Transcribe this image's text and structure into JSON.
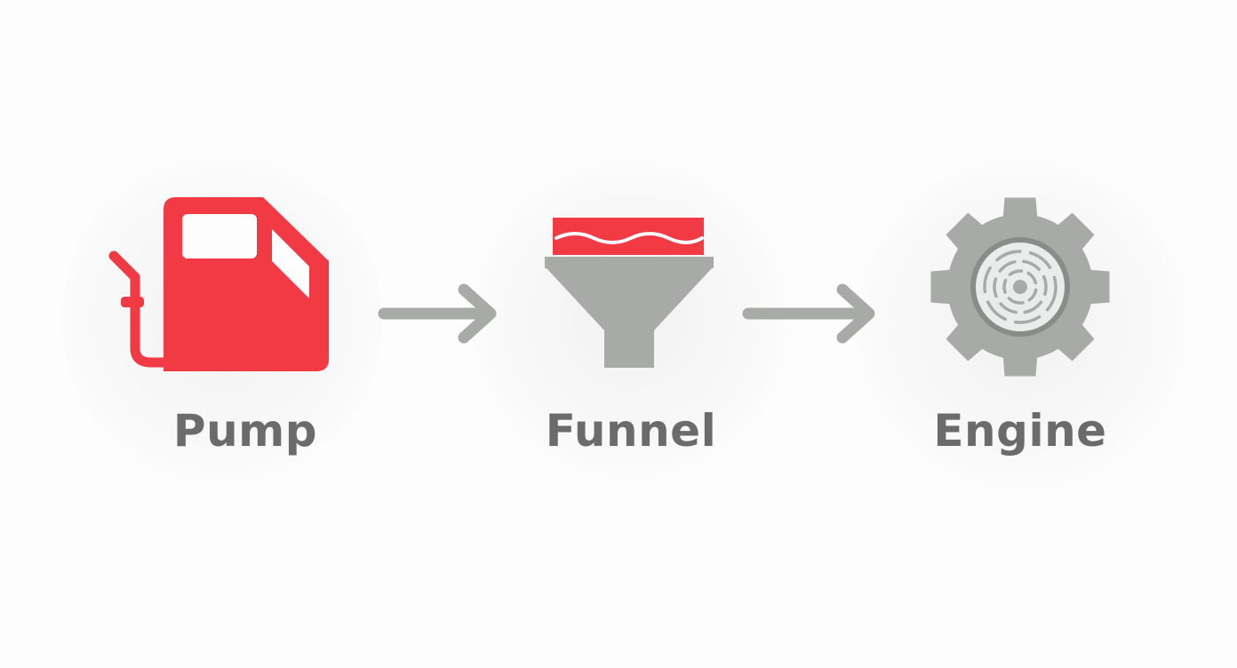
{
  "diagram": {
    "nodes": [
      {
        "id": "pump",
        "label": "Pump",
        "icon": "fuel-pump-icon"
      },
      {
        "id": "funnel",
        "label": "Funnel",
        "icon": "funnel-icon"
      },
      {
        "id": "engine",
        "label": "Engine",
        "icon": "gear-icon"
      }
    ],
    "edges": [
      {
        "from": "pump",
        "to": "funnel",
        "icon": "arrow-right-icon"
      },
      {
        "from": "funnel",
        "to": "engine",
        "icon": "arrow-right-icon"
      }
    ],
    "colors": {
      "accent": "#f23a45",
      "gray": "#a8aaa8",
      "dark_gray": "#7e807e",
      "label": "#6b6b6b",
      "background": "#fdfdfd"
    }
  }
}
